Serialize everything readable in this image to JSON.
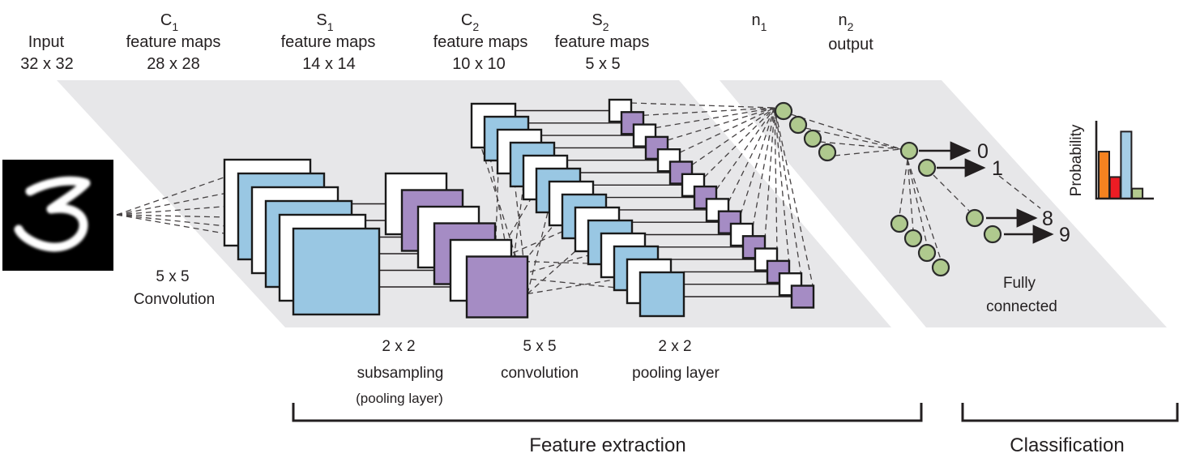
{
  "title": "Convolutional neural network architecture diagram",
  "columns": [
    {
      "name": "Input",
      "size": "32 x 32"
    },
    {
      "sym": "C",
      "sub": "1",
      "name": "feature maps",
      "size": "28 x 28"
    },
    {
      "sym": "S",
      "sub": "1",
      "name": "feature maps",
      "size": "14 x 14"
    },
    {
      "sym": "C",
      "sub": "2",
      "name": "feature maps",
      "size": "10 x 10"
    },
    {
      "sym": "S",
      "sub": "2",
      "name": "feature maps",
      "size": "5 x 5"
    },
    {
      "sym": "n",
      "sub": "1"
    },
    {
      "sym": "n",
      "sub": "2",
      "name": "output"
    }
  ],
  "input": {
    "digit": "3"
  },
  "operations": {
    "conv1_l1": "5 x 5",
    "conv1_l2": "Convolution",
    "pool1_l1": "2 x 2",
    "pool1_l2": "subsampling",
    "pool1_l3": "(pooling layer)",
    "conv2_l1": "5 x 5",
    "conv2_l2": "convolution",
    "pool2_l1": "2 x 2",
    "pool2_l2": "pooling layer",
    "fc_l1": "Fully",
    "fc_l2": "connected"
  },
  "sections": {
    "feature_extraction": "Feature extraction",
    "classification": "Classification"
  },
  "outputs": {
    "labels": [
      "0",
      "1",
      "8",
      "9"
    ]
  },
  "network": {
    "c1_maps_shown": 6,
    "s1_maps_shown": 6,
    "c2_maps_shown": 14,
    "s2_maps_shown": 16,
    "n1_nodes_shown": 8,
    "n2_nodes_shown": 4
  },
  "colors": {
    "map_blue": "#99c7e3",
    "map_purple": "#a58cc4",
    "node_green": "#afc98e",
    "band_gray": "#e7e7e9",
    "ink": "#231f20",
    "dash": "#454142",
    "bar_orange": "#f58220",
    "bar_red": "#ed1c24",
    "bar_blue": "#a5cde5",
    "bar_green": "#b3c98e"
  },
  "chart_data": {
    "type": "bar",
    "title": "",
    "xlabel": "",
    "ylabel": "Probability",
    "categories": [
      "",
      "",
      "",
      ""
    ],
    "values": [
      0.61,
      0.28,
      0.87,
      0.13
    ],
    "ylim": [
      0,
      1
    ],
    "grid": false,
    "legend": "none",
    "bar_colors": [
      "#f58220",
      "#ed1c24",
      "#a5cde5",
      "#b3c98e"
    ]
  }
}
